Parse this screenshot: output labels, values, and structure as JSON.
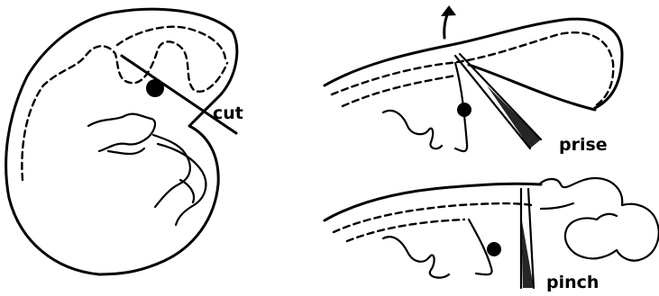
{
  "labels": {
    "cut": "cut",
    "prise": "prise",
    "pinch": "pinch"
  },
  "colors": {
    "ink": "#000000",
    "background": "#ffffff"
  }
}
